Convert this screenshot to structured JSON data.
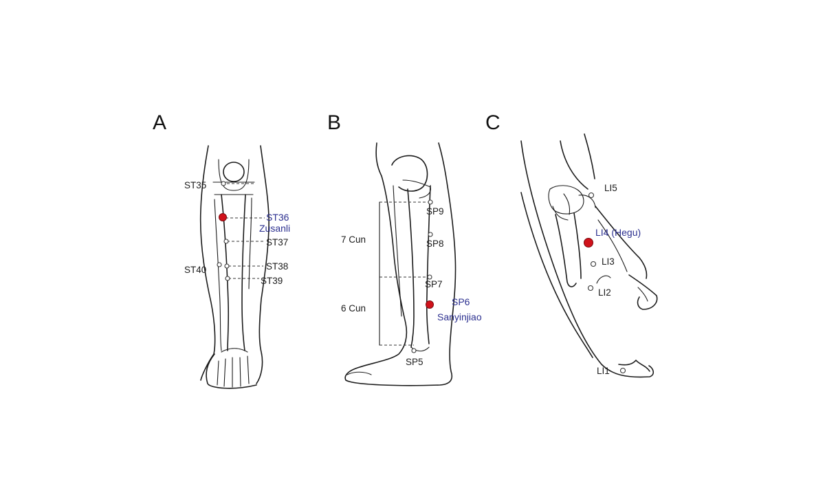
{
  "colors": {
    "ink": "#1a1a1a",
    "highlight_point": "#d0121b",
    "highlight_text": "#2b2f8f"
  },
  "panels": {
    "A": {
      "label": "A",
      "points": {
        "st35": "ST35",
        "st37": "ST37",
        "st38": "ST38",
        "st39": "ST39",
        "st40": "ST40"
      },
      "highlight": {
        "code": "ST36",
        "name": "Zusanli"
      }
    },
    "B": {
      "label": "B",
      "points": {
        "sp9": "SP9",
        "sp8": "SP8",
        "sp7": "SP7",
        "sp5": "SP5"
      },
      "measures": {
        "upper": "7 Cun",
        "lower": "6 Cun"
      },
      "highlight": {
        "code": "SP6",
        "name": "Sanyinjiao"
      }
    },
    "C": {
      "label": "C",
      "points": {
        "li5": "LI5",
        "li3": "LI3",
        "li2": "LI2",
        "li1": "LI1"
      },
      "highlight": {
        "label": "LI4 (Hegu)"
      }
    }
  }
}
